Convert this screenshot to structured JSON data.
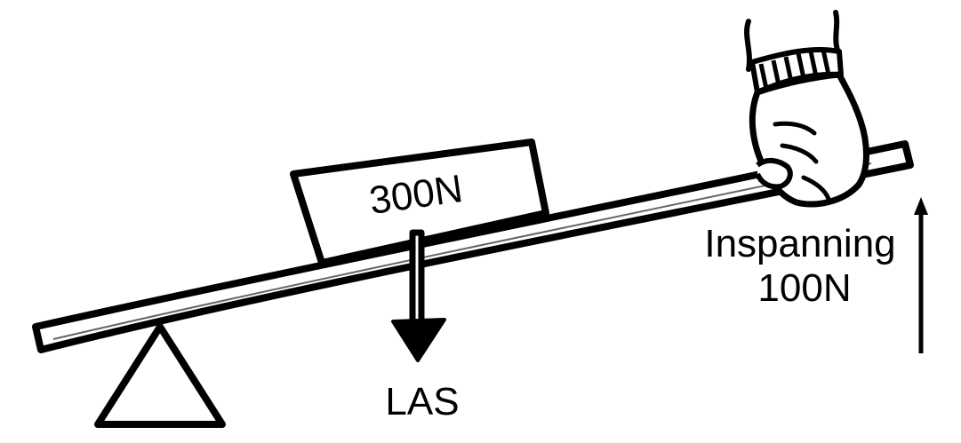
{
  "load": {
    "box_label": "300N",
    "arrow_label": "LAS"
  },
  "effort": {
    "label_line1": "Inspanning",
    "label_line2": "100N"
  },
  "colors": {
    "ink": "#000000",
    "paper": "#ffffff"
  },
  "icons": {
    "fulcrum": "triangle-fulcrum-icon",
    "hand": "hand-icon",
    "load_arrow": "down-arrow-icon",
    "effort_arrow": "up-arrow-icon"
  }
}
